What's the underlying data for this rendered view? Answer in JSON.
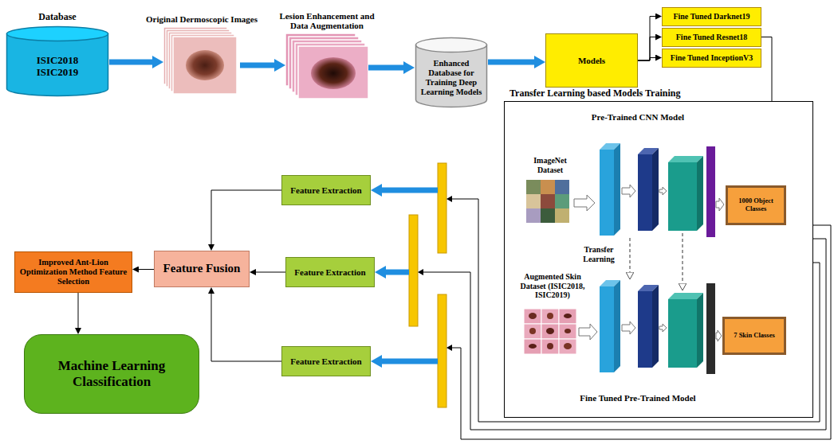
{
  "diagram": {
    "nodes": [
      {
        "text": [
          "Database",
          "ISIC2018 ISIC2019"
        ]
      },
      {
        "text": [
          "Original Dermoscopic Images"
        ]
      },
      {
        "text": [
          "Lesion Enhancement and Data Augmentation"
        ]
      },
      {
        "text": [
          "Enhanced Database for Training Deep Learning Models"
        ]
      },
      {
        "text": [
          "Models"
        ]
      },
      {
        "text": [
          "Fine Tuned Darknet19"
        ]
      },
      {
        "text": [
          "Fine Tuned Resnet18"
        ]
      },
      {
        "text": [
          "Fine Tuned InceptionV3"
        ]
      },
      {
        "text": [
          "Transfer Learning based Models Training"
        ]
      },
      {
        "text": [
          "1000 Object Classes"
        ],
        "in": 8
      },
      {
        "text": [
          "7 Skin Classes"
        ],
        "in": 8
      },
      {
        "text": [
          "Feature Extraction"
        ]
      },
      {
        "text": [
          "Feature Extraction"
        ]
      },
      {
        "text": [
          "Feature Extraction"
        ]
      },
      {
        "text": [
          "Feature Fusion"
        ]
      },
      {
        "text": [
          "Improved Ant-Lion Optimization Method Feature Selection"
        ]
      },
      {
        "text": [
          "Machine Learning Classification"
        ]
      }
    ],
    "edges": [
      {
        "from": 0,
        "to": 1,
        "arrow": "to"
      },
      {
        "from": 1,
        "to": 2,
        "arrow": "to"
      },
      {
        "from": 2,
        "to": 3,
        "arrow": "to"
      },
      {
        "from": 3,
        "to": 4,
        "arrow": "to"
      },
      {
        "from": 4,
        "to": 5,
        "arrow": "to"
      },
      {
        "from": 4,
        "to": 6,
        "arrow": "to"
      },
      {
        "from": 4,
        "to": 7,
        "arrow": "to"
      },
      {
        "from": 6,
        "to": 8,
        "arrow": "none"
      },
      {
        "from": 11,
        "to": 14,
        "arrow": "to"
      },
      {
        "from": 12,
        "to": 14,
        "arrow": "to"
      },
      {
        "from": 13,
        "to": 14,
        "arrow": "to"
      },
      {
        "from": 14,
        "to": 15,
        "arrow": "to"
      },
      {
        "from": 15,
        "to": 16,
        "arrow": "to"
      }
    ],
    "labels": [
      "Pre-Trained CNN Model",
      "ImageNet Dataset",
      "Transfer Learning",
      "Augmented Skin Dataset (ISIC2018, ISIC2019)",
      "Fine Tuned Pre-Trained Model"
    ]
  }
}
